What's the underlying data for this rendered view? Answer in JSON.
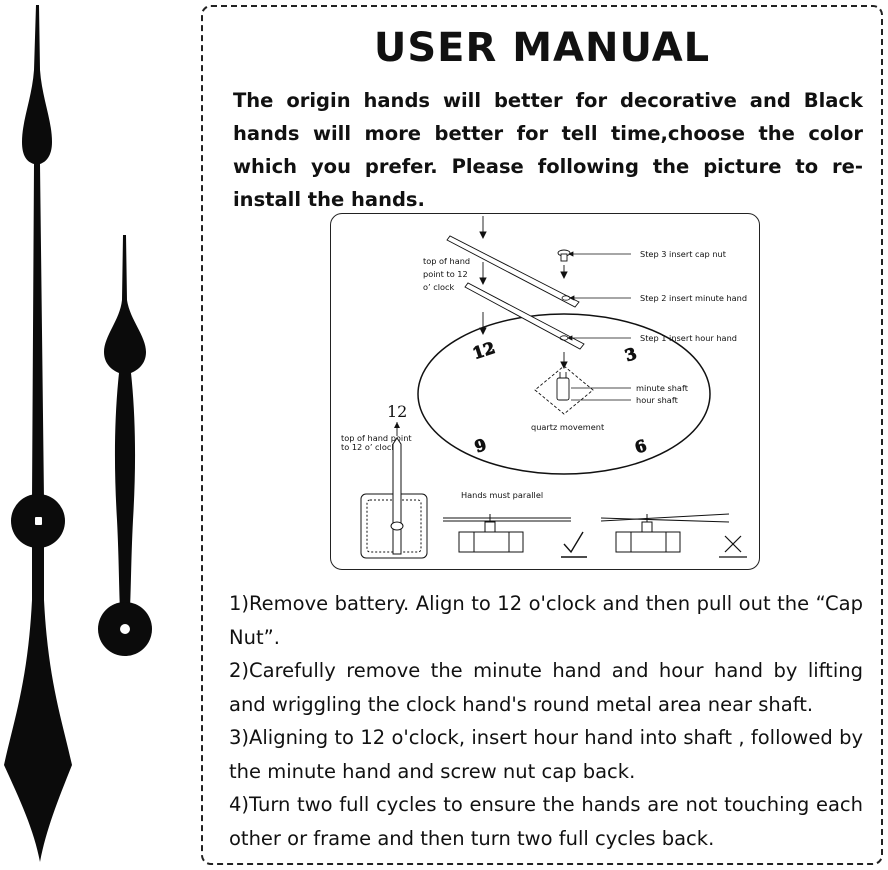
{
  "manual": {
    "title": "USER MANUAL",
    "intro": "The origin hands will better for decorative and Black hands will more better for tell time,choose the color which you prefer. Please following the picture to re-install the hands.",
    "diagram": {
      "labels": {
        "step3": "Step 3  insert cap nut",
        "step2": "Step 2  insert minute hand",
        "step1": "Step 1  insert hour hand",
        "top_of_hand_1": "top of hand",
        "top_of_hand_2": "point to 12",
        "top_of_hand_3": "o’ clock",
        "minute_shaft": "minute shaft",
        "hour_shaft": "hour shaft",
        "quartz_movement": "quartz movement",
        "small_top_1": "top of hand point",
        "small_top_2": "to 12 o’ clock",
        "twelve": "12",
        "hands_parallel": "Hands must parallel",
        "dial_12": "12",
        "dial_3": "3",
        "dial_6": "6",
        "dial_9": "9"
      }
    },
    "steps": [
      "1)Remove battery. Align to 12 o'clock and then pull out the “Cap Nut”.",
      "2)Carefully remove the minute hand and hour hand by lifting and wriggling the clock hand's round metal area near shaft.",
      "3)Aligning to 12 o'clock, insert hour hand into shaft , followed by the minute hand and screw nut cap back.",
      "4)Turn two full cycles to ensure the hands are not touching each other or frame and then turn two full cycles back."
    ]
  },
  "colors": {
    "hands": "#0b0b0b",
    "border": "#222222",
    "text": "#111111"
  }
}
